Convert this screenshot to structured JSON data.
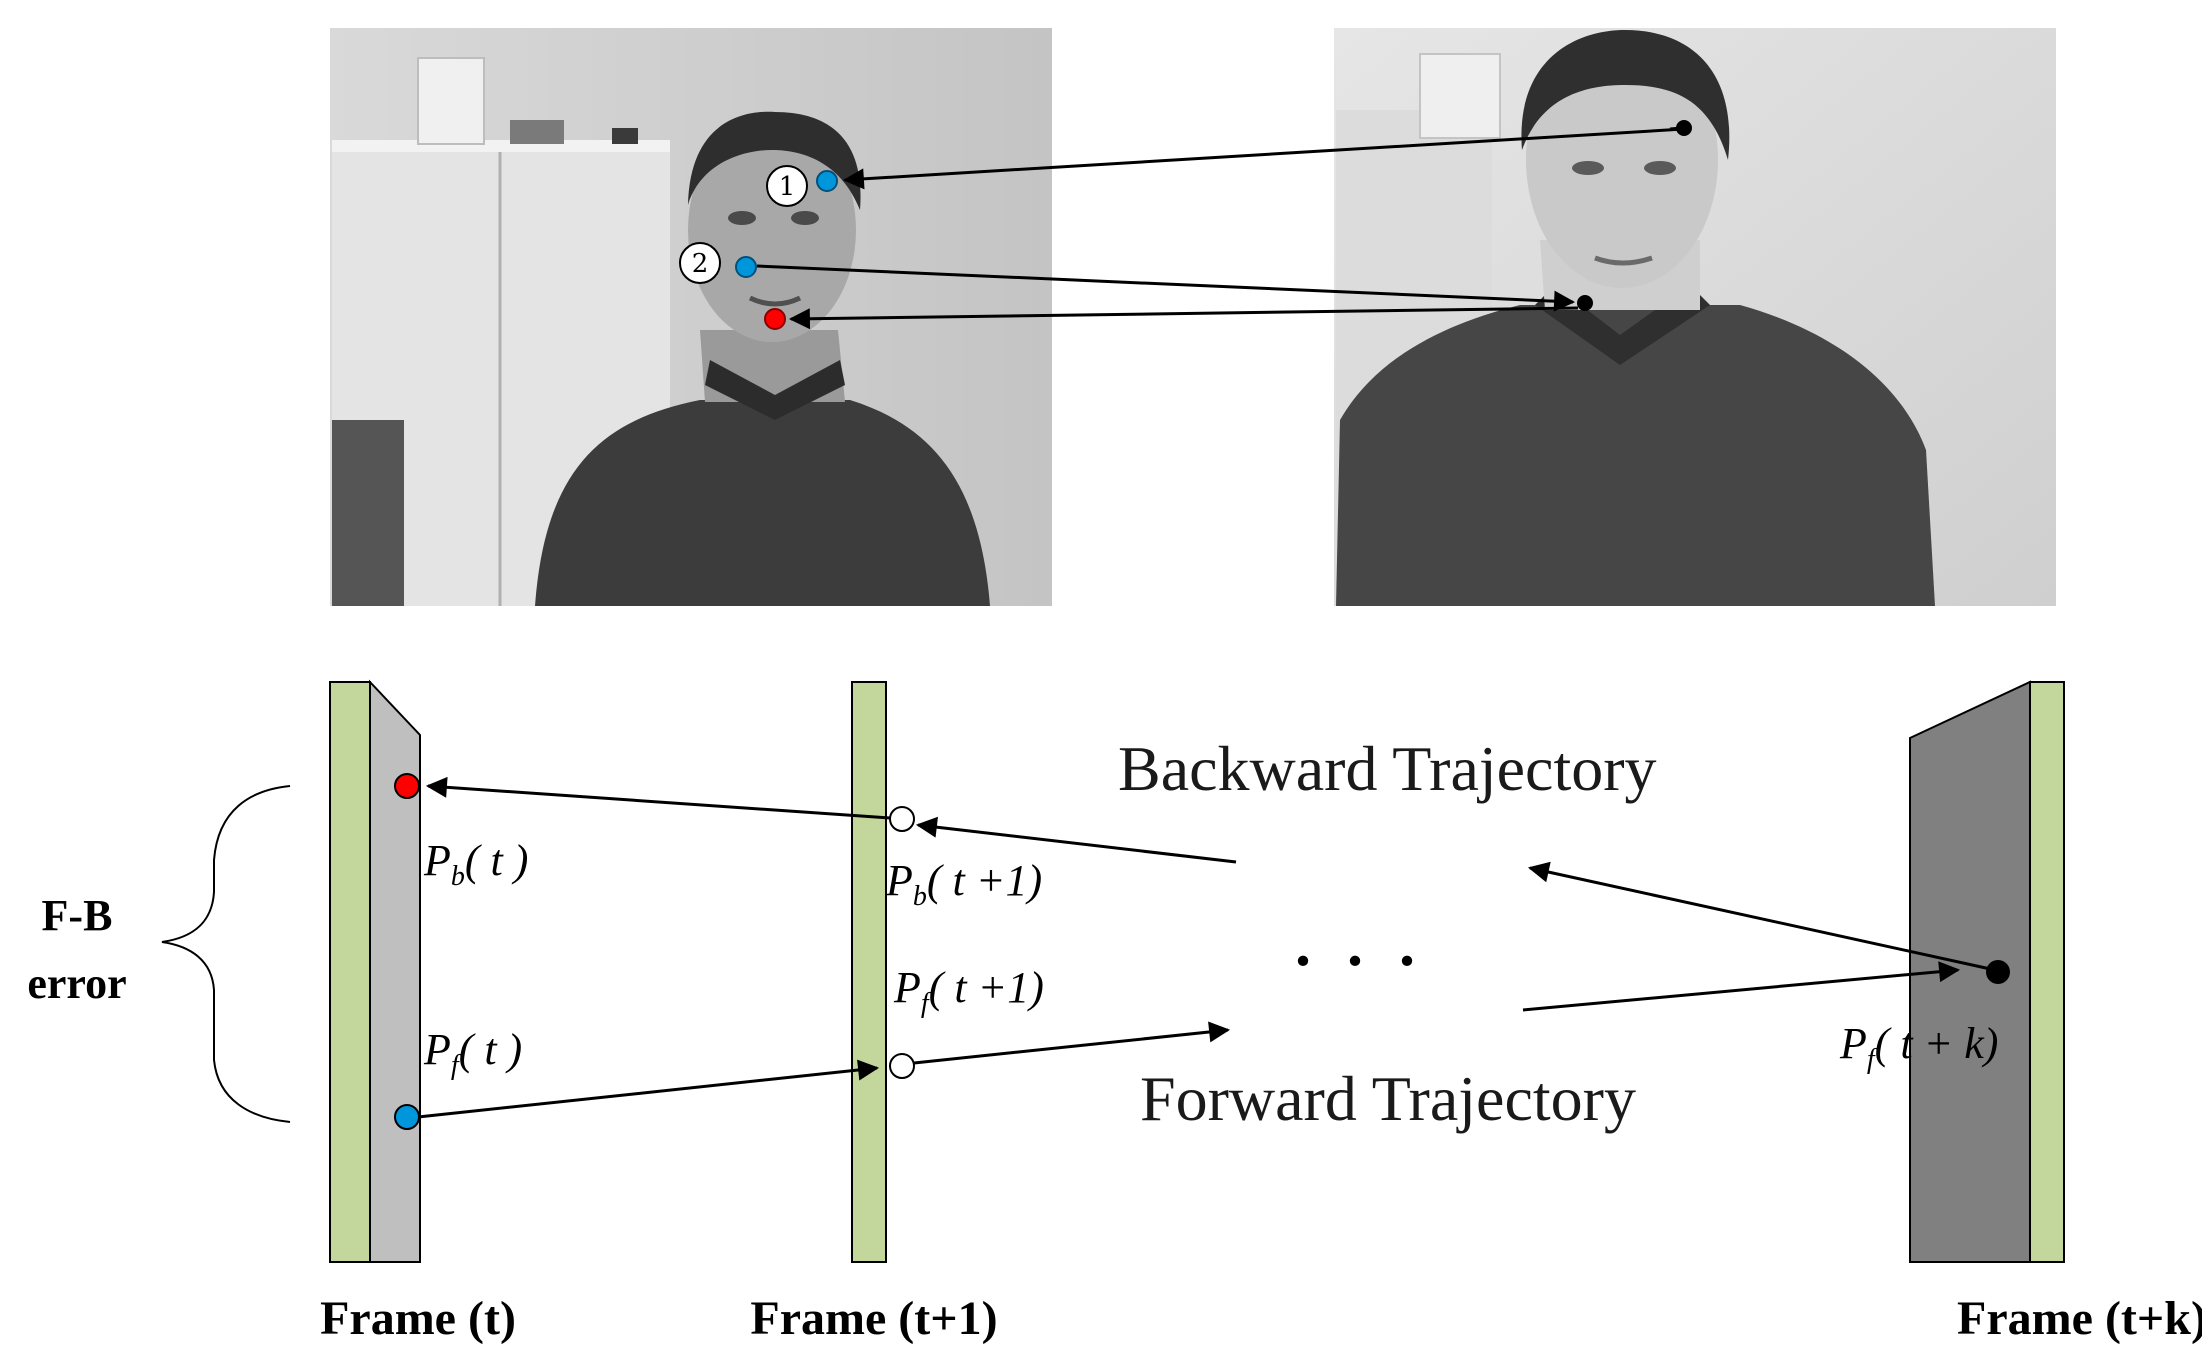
{
  "photos": {
    "left": {
      "label_1": "1",
      "label_2": "2"
    }
  },
  "labels": {
    "backward_trajectory": "Backward Trajectory",
    "forward_trajectory": "Forward Trajectory",
    "ellipsis": ". . .",
    "fb_error_line1": "F-B",
    "fb_error_line2": "error",
    "frame_t": "Frame (t)",
    "frame_t1": "Frame (t+1)",
    "frame_tk": "Frame (t+k)"
  },
  "math": {
    "pb_t": {
      "base": "P",
      "sub": "b",
      "arg": "( t )"
    },
    "pf_t": {
      "base": "P",
      "sub": "f",
      "arg": "( t )"
    },
    "pb_t1": {
      "base": "P",
      "sub": "b",
      "arg": "( t +1)"
    },
    "pf_t1": {
      "base": "P",
      "sub": "f",
      "arg": "( t +1)"
    },
    "pf_tk": {
      "base": "P",
      "sub": "f",
      "arg": "( t + k)"
    }
  },
  "colors": {
    "frame_green": "#c3d69b",
    "frame_gray_light": "#bfbfbf",
    "frame_gray_dark": "#808080",
    "point_red": "#ff0000",
    "point_blue": "#0096dc",
    "outline": "#000000"
  }
}
